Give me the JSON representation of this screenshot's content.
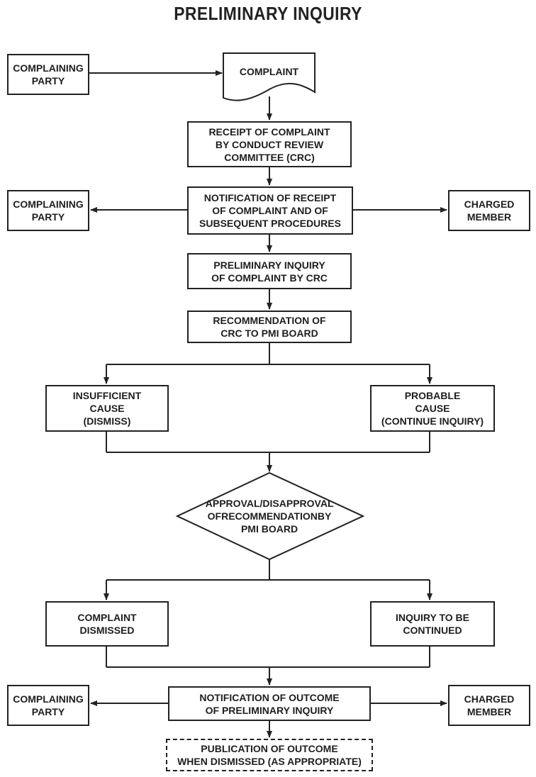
{
  "title": "PRELIMINARY INQUIRY",
  "nodes": {
    "complaining_party_1": [
      "COMPLAINING",
      "PARTY"
    ],
    "complaint": [
      "COMPLAINT"
    ],
    "receipt": [
      "RECEIPT OF COMPLAINT",
      "BY CONDUCT REVIEW",
      "COMMITTEE (CRC)"
    ],
    "complaining_party_2": [
      "COMPLAINING",
      "PARTY"
    ],
    "notification_receipt": [
      "NOTIFICATION OF RECEIPT",
      "OF COMPLAINT AND OF",
      "SUBSEQUENT PROCEDURES"
    ],
    "charged_member_1": [
      "CHARGED",
      "MEMBER"
    ],
    "preliminary_inquiry": [
      "PRELIMINARY INQUIRY",
      "OF COMPLAINT BY CRC"
    ],
    "recommendation": [
      "RECOMMENDATION OF",
      "CRC TO PMI BOARD"
    ],
    "insufficient_cause": [
      "INSUFFICIENT",
      "CAUSE",
      "(DISMISS)"
    ],
    "probable_cause": [
      "PROBABLE",
      "CAUSE",
      "(CONTINUE INQUIRY)"
    ],
    "approval": [
      "APPROVAL/",
      "DISAPPROVAL OF",
      "RECOMMENDATION",
      "BY PMI BOARD"
    ],
    "complaint_dismissed": [
      "COMPLAINT",
      "DISMISSED"
    ],
    "inquiry_continued": [
      "INQUIRY TO BE",
      "CONTINUED"
    ],
    "complaining_party_3": [
      "COMPLAINING",
      "PARTY"
    ],
    "notification_outcome": [
      "NOTIFICATION OF OUTCOME",
      "OF PRELIMINARY INQUIRY"
    ],
    "charged_member_2": [
      "CHARGED",
      "MEMBER"
    ],
    "publication": [
      "PUBLICATION OF OUTCOME",
      "WHEN DISMISSED (AS APPROPRIATE)"
    ]
  }
}
